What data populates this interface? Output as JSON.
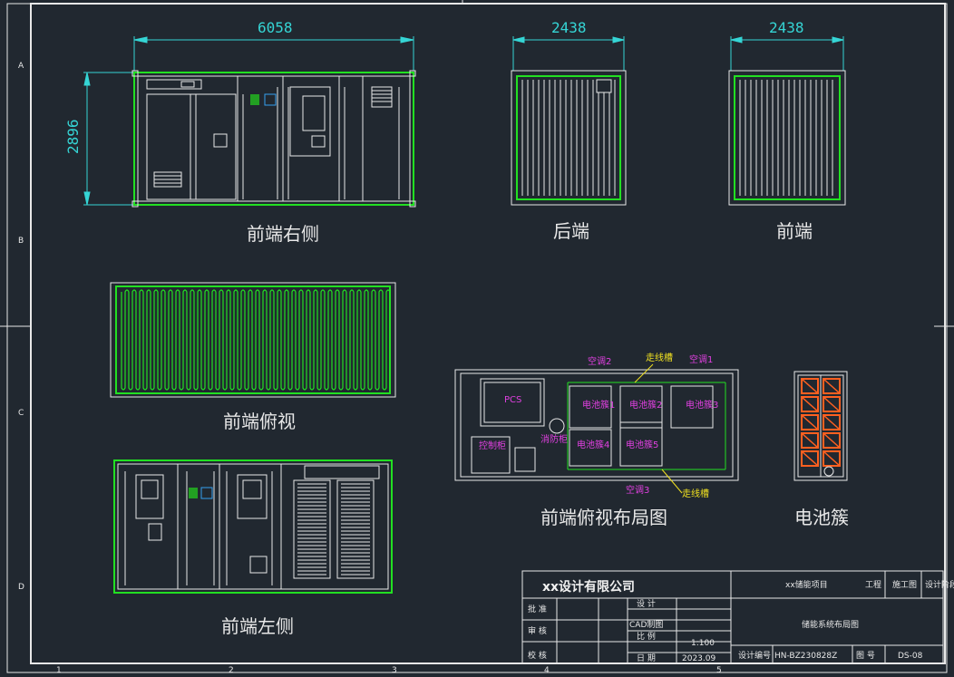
{
  "dimensions": {
    "front_length": "6058",
    "front_height": "2896",
    "rear_width": "2438",
    "front_width": "2438"
  },
  "views": {
    "front_right": "前端右侧",
    "rear": "后端",
    "front": "前端",
    "front_top": "前端俯视",
    "layout": "前端俯视布局图",
    "cluster": "电池簇",
    "front_left": "前端左侧"
  },
  "layout_labels": {
    "pcs": "PCS",
    "ac1": "空调1",
    "ac2": "空调2",
    "ac3": "空调3",
    "cable_tray_top": "走线槽",
    "cable_tray_bottom": "走线槽",
    "control_cabinet": "控制柜",
    "fire_cabinet": "消防柜",
    "battery_1": "电池簇1",
    "battery_2": "电池簇2",
    "battery_3": "电池簇3",
    "battery_4": "电池簇4",
    "battery_5": "电池簇5"
  },
  "title_block": {
    "company": "xx设计有限公司",
    "project": "xx储能项目",
    "work_label": "工程",
    "stage": "施工图",
    "stage_label": "设计阶段",
    "approve": "批 准",
    "review": "审 核",
    "check": "校 核",
    "design": "设 计",
    "cad": "CAD制图",
    "scale_label": "比 例",
    "scale": "1:100",
    "date_label": "日 期",
    "date": "2023.09",
    "drawing_title": "储能系统布局图",
    "design_no_label": "设计编号",
    "design_no": "HN-BZ230828Z",
    "drawing_no_label": "图 号",
    "drawing_no": "DS-08"
  },
  "grid_refs": {
    "rows": [
      "A",
      "B",
      "C",
      "D"
    ],
    "cols": [
      "1",
      "2",
      "3",
      "4",
      "5"
    ]
  },
  "colors": {
    "background": "#212830",
    "line": "#e8e8e8",
    "green": "#22e022",
    "cyan": "#35d5d5",
    "magenta": "#e040e0",
    "yellow": "#f0e020",
    "orange": "#ff6020"
  }
}
